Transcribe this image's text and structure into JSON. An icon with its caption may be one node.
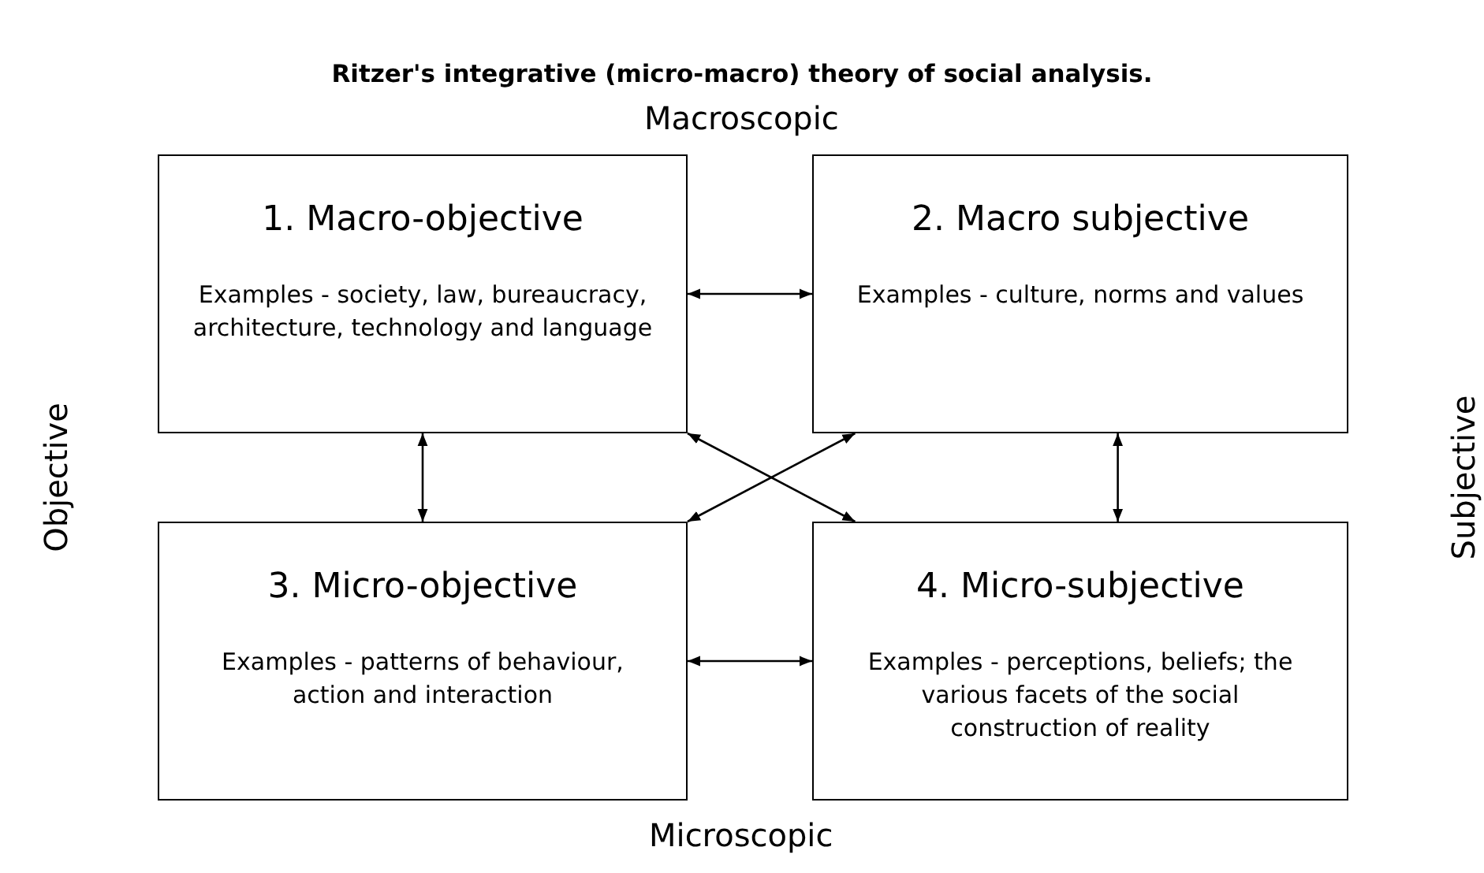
{
  "diagram": {
    "title": "Ritzer's integrative (micro-macro) theory of social analysis.",
    "nodes": [
      {
        "text": [
          "1. Macro-objective",
          "Examples - society, law, bureaucracy, architecture, technology and language"
        ]
      },
      {
        "text": [
          "2. Macro subjective",
          "Examples - culture, norms and values"
        ]
      },
      {
        "text": [
          "3. Micro-objective",
          "Examples - patterns of behaviour, action and interaction"
        ]
      },
      {
        "text": [
          "4. Micro-subjective",
          "Examples - perceptions, beliefs; the various facets of the social construction of reality"
        ]
      }
    ],
    "edges": [
      {
        "from": 0,
        "to": 1,
        "arrow": "both"
      },
      {
        "from": 0,
        "to": 2,
        "arrow": "both"
      },
      {
        "from": 1,
        "to": 3,
        "arrow": "both"
      },
      {
        "from": 0,
        "to": 3,
        "arrow": "both"
      },
      {
        "from": 1,
        "to": 2,
        "arrow": "both"
      },
      {
        "from": 2,
        "to": 3,
        "arrow": "both"
      }
    ],
    "labels": [
      "Macroscopic",
      "Objective",
      "Subjective",
      "Microscopic"
    ]
  }
}
